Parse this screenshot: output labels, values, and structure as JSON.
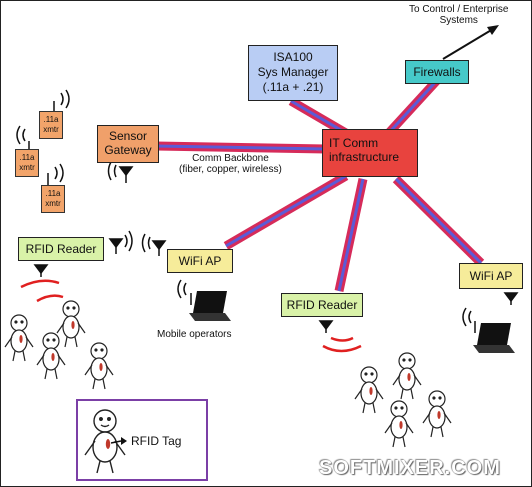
{
  "nodes": {
    "sys_manager": {
      "lines": [
        "ISA100",
        "Sys Manager",
        "(.11a + .21)"
      ],
      "color": "#b9cdf4"
    },
    "firewalls": {
      "label": "Firewalls",
      "color": "#46c9c9"
    },
    "it_comm": {
      "lines": [
        "IT Comm",
        "infrastructure"
      ],
      "color": "#e8433e"
    },
    "sensor_gateway": {
      "lines": [
        "Sensor",
        "Gateway"
      ],
      "color": "#f0a06a"
    },
    "rfid_reader_left": {
      "label": "RFID Reader",
      "color": "#d9f2a8"
    },
    "rfid_reader_center": {
      "label": "RFID Reader",
      "color": "#d9f2a8"
    },
    "wifi_ap_left": {
      "label": "WiFi AP",
      "color": "#f6ec9a"
    },
    "wifi_ap_right": {
      "label": "WiFi AP",
      "color": "#f6ec9a"
    }
  },
  "xmtrs": [
    {
      "lines": [
        ".11a",
        "xmtr"
      ]
    },
    {
      "lines": [
        ".11a",
        "xmtr"
      ]
    },
    {
      "lines": [
        ".11a",
        "xmtr"
      ]
    }
  ],
  "labels": {
    "enterprise": [
      "To Control / Enterprise",
      "Systems"
    ],
    "backbone": [
      "Comm Backbone",
      "(fiber, copper, wireless)"
    ],
    "mobile": "Mobile operators",
    "rfid_tag": "RFID Tag"
  },
  "watermark": "SOFTMIXER.COM",
  "colors": {
    "backbone_outer": "#d62b5a",
    "backbone_inner": "#5b5bd6",
    "signal": "#e02020",
    "tag_box": "#7b3fa6"
  }
}
